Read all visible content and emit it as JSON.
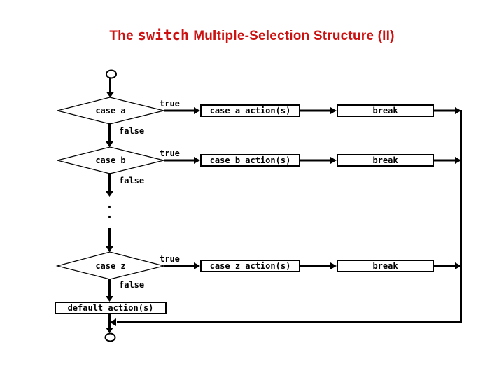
{
  "title": {
    "prefix": "The",
    "keyword": "switch",
    "suffix": "Multiple-Selection Structure (II)"
  },
  "labels": {
    "true": "true",
    "false": "false"
  },
  "rows": [
    {
      "condition": "case a",
      "action": "case a action(s)",
      "break": "break"
    },
    {
      "condition": "case b",
      "action": "case b action(s)",
      "break": "break"
    },
    {
      "condition": "case z",
      "action": "case z action(s)",
      "break": "break"
    }
  ],
  "default_box": {
    "label": "default action(s)"
  },
  "ellipsis": {
    "dots": [
      ".",
      "."
    ]
  },
  "colors": {
    "title": "#cc1111",
    "line": "#000000",
    "shape_fill": "#ffffff",
    "background": "#ffffff"
  }
}
